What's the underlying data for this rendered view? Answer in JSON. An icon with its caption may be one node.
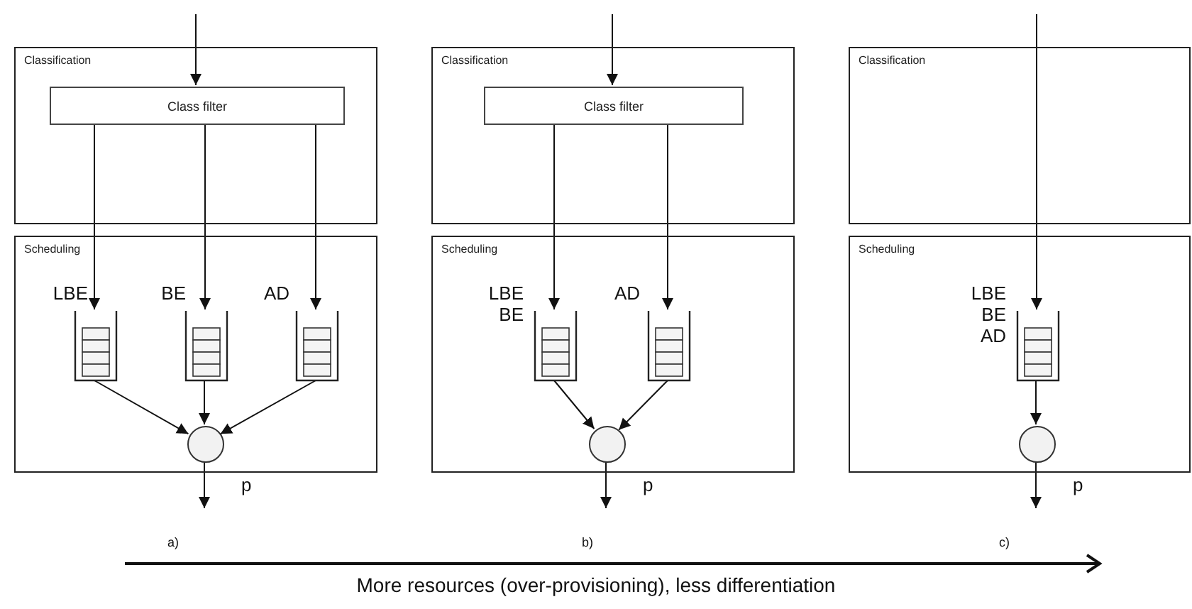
{
  "diagram": {
    "nodes": [
      {
        "text": [
          "Classification"
        ]
      },
      {
        "text": [
          "Class filter"
        ],
        "in": 0
      },
      {
        "text": [
          "Scheduling"
        ]
      },
      {
        "text": [],
        "shape": "queue",
        "in": 2,
        "beside": [
          "LBE"
        ]
      },
      {
        "text": [],
        "shape": "queue",
        "in": 2,
        "beside": [
          "BE"
        ]
      },
      {
        "text": [],
        "shape": "queue",
        "in": 2,
        "beside": [
          "AD"
        ]
      },
      {
        "text": [],
        "shape": "circle",
        "in": 2
      },
      {
        "text": [
          "Classification"
        ]
      },
      {
        "text": [
          "Class filter"
        ],
        "in": 7
      },
      {
        "text": [
          "Scheduling"
        ]
      },
      {
        "text": [],
        "shape": "queue",
        "in": 9,
        "beside": [
          "LBE",
          "BE"
        ]
      },
      {
        "text": [],
        "shape": "queue",
        "in": 9,
        "beside": [
          "AD"
        ]
      },
      {
        "text": [],
        "shape": "circle",
        "in": 9
      },
      {
        "text": [
          "Classification"
        ]
      },
      {
        "text": [
          "Scheduling"
        ]
      },
      {
        "text": [],
        "shape": "queue",
        "in": 14,
        "beside": [
          "LBE",
          "BE",
          "AD"
        ]
      },
      {
        "text": [],
        "shape": "circle",
        "in": 14
      }
    ],
    "edges": [
      {
        "from": null,
        "to": 1,
        "arrow": "to"
      },
      {
        "from": 1,
        "to": 3,
        "arrow": "to"
      },
      {
        "from": 1,
        "to": 4,
        "arrow": "to"
      },
      {
        "from": 1,
        "to": 5,
        "arrow": "to"
      },
      {
        "from": 3,
        "to": 6,
        "arrow": "to"
      },
      {
        "from": 4,
        "to": 6,
        "arrow": "to"
      },
      {
        "from": 5,
        "to": 6,
        "arrow": "to"
      },
      {
        "from": 6,
        "to": null,
        "arrow": "to",
        "label": "p"
      },
      {
        "from": null,
        "to": 8,
        "arrow": "to"
      },
      {
        "from": 8,
        "to": 10,
        "arrow": "to"
      },
      {
        "from": 8,
        "to": 11,
        "arrow": "to"
      },
      {
        "from": 10,
        "to": 12,
        "arrow": "to"
      },
      {
        "from": 11,
        "to": 12,
        "arrow": "to"
      },
      {
        "from": 12,
        "to": null,
        "arrow": "to",
        "label": "p"
      },
      {
        "from": null,
        "to": 15,
        "arrow": "to"
      },
      {
        "from": 15,
        "to": 16,
        "arrow": "to"
      },
      {
        "from": 16,
        "to": null,
        "arrow": "to",
        "label": "p"
      }
    ],
    "labels": [
      "a)",
      "b)",
      "c)",
      "More resources (over-provisioning), less differentiation"
    ]
  }
}
